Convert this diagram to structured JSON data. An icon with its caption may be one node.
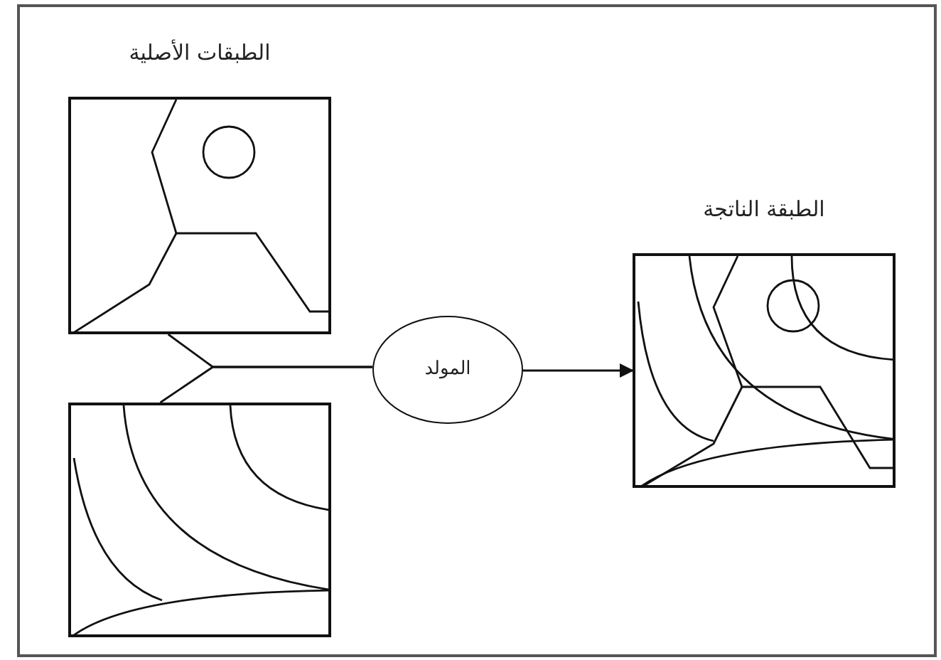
{
  "diagram": {
    "nodes": [
      {
        "text": [
          "الطبقات الأصلية"
        ]
      },
      {
        "text": [],
        "shape": "picture"
      },
      {
        "text": [
          "المولد"
        ]
      },
      {
        "text": [
          "الطبقة الناتجة"
        ]
      }
    ],
    "edges": [
      {
        "from": 0,
        "to": 2,
        "arrow": "none"
      },
      {
        "from": 1,
        "to": 2,
        "arrow": "none"
      },
      {
        "from": 2,
        "to": 3,
        "arrow": "to"
      }
    ]
  }
}
